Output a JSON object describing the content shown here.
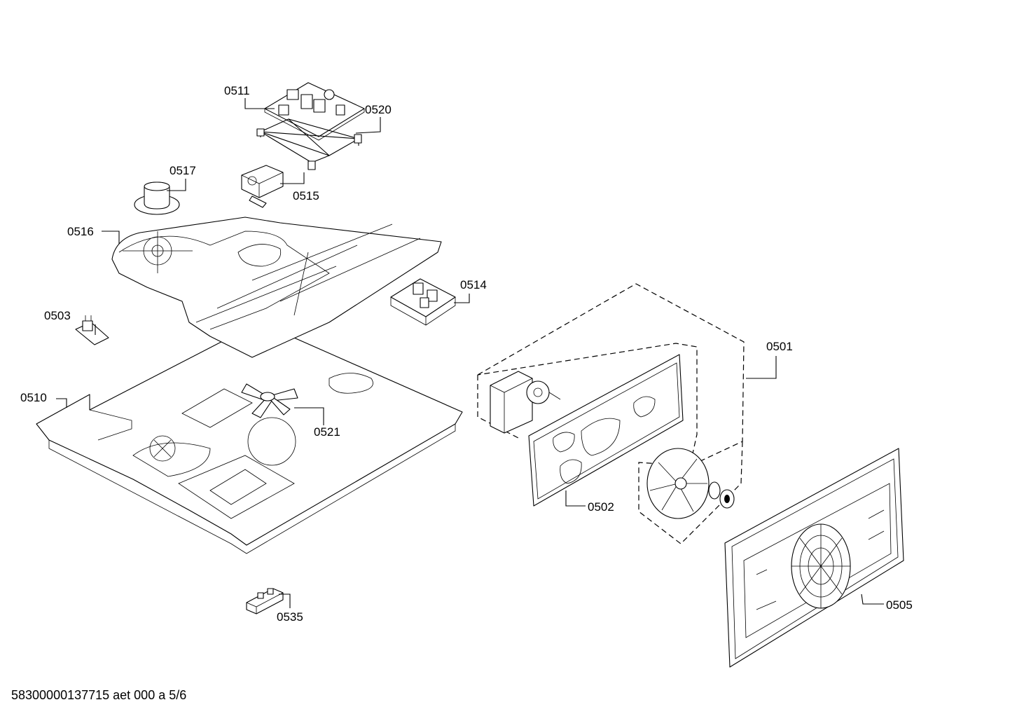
{
  "labels": {
    "p0501": "0501",
    "p0502": "0502",
    "p0503": "0503",
    "p0505": "0505",
    "p0510": "0510",
    "p0511": "0511",
    "p0514": "0514",
    "p0515": "0515",
    "p0516": "0516",
    "p0517": "0517",
    "p0520": "0520",
    "p0521": "0521",
    "p0535": "0535"
  },
  "footer": "58300000137715 aet 000 a 5/6"
}
